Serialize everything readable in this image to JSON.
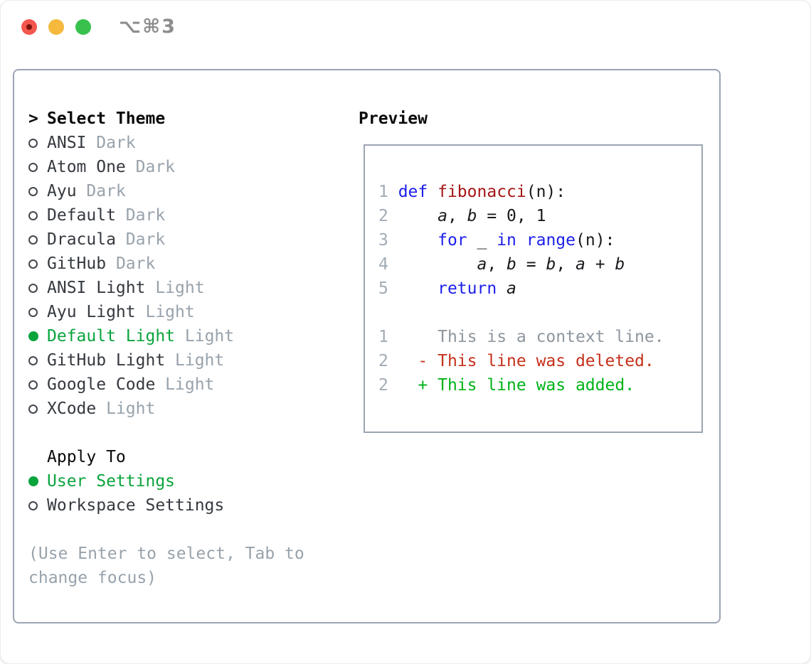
{
  "colors": {
    "accent-green": "#0aa43c",
    "added-green": "#00b318",
    "deleted-red": "#c5301b",
    "keyword-blue": "#1c1fe8",
    "function-red": "#a41616",
    "line-number": "#a2abb6",
    "context-gray": "#8e969e",
    "muted-gray": "#98a2ab",
    "text-dark": "#35393f",
    "code-black": "#17191c",
    "panel-border": "#9aa4b3",
    "light-red": "#f4574e",
    "light-red-dot": "#7c150e",
    "light-yellow": "#f5b93e",
    "light-green": "#38c24d",
    "shortcut-gray": "#8d8d8d"
  },
  "titlebar": {
    "shortcut": "⌥⌘3"
  },
  "theme_panel": {
    "prompt": ">",
    "title": "Select Theme",
    "themes": [
      {
        "name": "ANSI",
        "variant": "Dark",
        "selected": false
      },
      {
        "name": "Atom One",
        "variant": "Dark",
        "selected": false
      },
      {
        "name": "Ayu",
        "variant": "Dark",
        "selected": false
      },
      {
        "name": "Default",
        "variant": "Dark",
        "selected": false
      },
      {
        "name": "Dracula",
        "variant": "Dark",
        "selected": false
      },
      {
        "name": "GitHub",
        "variant": "Dark",
        "selected": false
      },
      {
        "name": "ANSI Light",
        "variant": "Light",
        "selected": false
      },
      {
        "name": "Ayu Light",
        "variant": "Light",
        "selected": false
      },
      {
        "name": "Default Light",
        "variant": "Light",
        "selected": true
      },
      {
        "name": "GitHub Light",
        "variant": "Light",
        "selected": false
      },
      {
        "name": "Google Code",
        "variant": "Light",
        "selected": false
      },
      {
        "name": "XCode",
        "variant": "Light",
        "selected": false
      }
    ],
    "apply_title": "Apply To",
    "apply_options": [
      {
        "label": "User Settings",
        "selected": true
      },
      {
        "label": "Workspace Settings",
        "selected": false
      }
    ],
    "hint_lines": [
      "(Use Enter to select, Tab to",
      "change focus)"
    ]
  },
  "preview": {
    "title": "Preview",
    "lines": [
      {
        "segments": [
          {
            "t": "1 ",
            "c": "num"
          },
          {
            "t": "def",
            "c": "kw"
          },
          {
            "t": " ",
            "c": "pl"
          },
          {
            "t": "fibonacci",
            "c": "fn"
          },
          {
            "t": "(n):",
            "c": "pl"
          }
        ]
      },
      {
        "segments": [
          {
            "t": "2 ",
            "c": "num"
          },
          {
            "t": "    ",
            "c": "pl"
          },
          {
            "t": "a",
            "c": "var"
          },
          {
            "t": ", ",
            "c": "pl"
          },
          {
            "t": "b",
            "c": "var"
          },
          {
            "t": " = 0, 1",
            "c": "pl"
          }
        ]
      },
      {
        "segments": [
          {
            "t": "3 ",
            "c": "num"
          },
          {
            "t": "    ",
            "c": "pl"
          },
          {
            "t": "for",
            "c": "kw"
          },
          {
            "t": " _ ",
            "c": "pl"
          },
          {
            "t": "in",
            "c": "kw"
          },
          {
            "t": " ",
            "c": "pl"
          },
          {
            "t": "range",
            "c": "kw"
          },
          {
            "t": "(n):",
            "c": "pl"
          }
        ]
      },
      {
        "segments": [
          {
            "t": "4 ",
            "c": "num"
          },
          {
            "t": "        ",
            "c": "pl"
          },
          {
            "t": "a",
            "c": "var"
          },
          {
            "t": ", ",
            "c": "pl"
          },
          {
            "t": "b",
            "c": "var"
          },
          {
            "t": " = ",
            "c": "pl"
          },
          {
            "t": "b",
            "c": "var"
          },
          {
            "t": ", ",
            "c": "pl"
          },
          {
            "t": "a",
            "c": "var"
          },
          {
            "t": " + ",
            "c": "pl"
          },
          {
            "t": "b",
            "c": "var"
          }
        ]
      },
      {
        "segments": [
          {
            "t": "5 ",
            "c": "num"
          },
          {
            "t": "    ",
            "c": "pl"
          },
          {
            "t": "return",
            "c": "kw"
          },
          {
            "t": " ",
            "c": "pl"
          },
          {
            "t": "a",
            "c": "var"
          }
        ]
      },
      {
        "segments": []
      },
      {
        "segments": [
          {
            "t": "1",
            "c": "num"
          },
          {
            "t": "     ",
            "c": "pl"
          },
          {
            "t": "This is a context line.",
            "c": "ctx"
          }
        ]
      },
      {
        "segments": [
          {
            "t": "2",
            "c": "num"
          },
          {
            "t": "   ",
            "c": "pl"
          },
          {
            "t": "- This line was deleted.",
            "c": "del"
          }
        ]
      },
      {
        "segments": [
          {
            "t": "2",
            "c": "num"
          },
          {
            "t": "   ",
            "c": "pl"
          },
          {
            "t": "+ This line was added.",
            "c": "add"
          }
        ]
      }
    ]
  }
}
